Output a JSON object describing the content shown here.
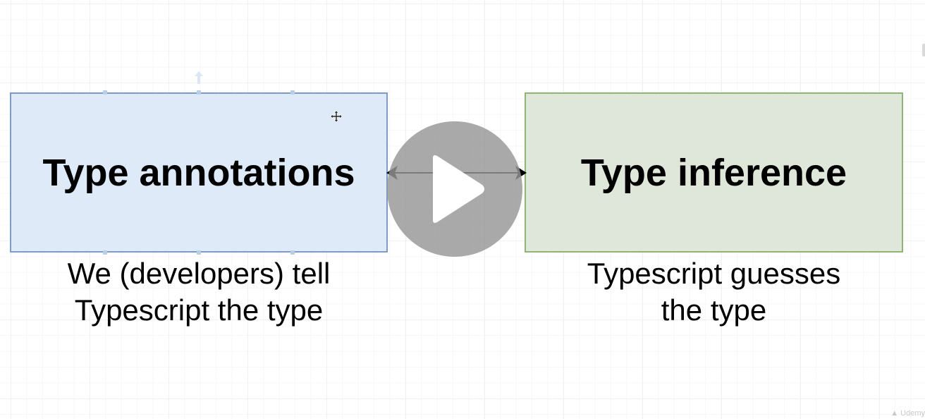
{
  "diagram": {
    "left_box": {
      "title": "Type annotations",
      "caption_line1": "We (developers) tell",
      "caption_line2": "Typescript the type",
      "fill_color": "#dfeaf9",
      "border_color": "#7c9cc6"
    },
    "right_box": {
      "title": "Type inference",
      "caption_line1": "Typescript guesses",
      "caption_line2": "the type",
      "fill_color": "#dfe7da",
      "border_color": "#8db574"
    },
    "connector": "double-headed-arrow"
  },
  "overlay": {
    "play_icon": "play-icon",
    "play_button_color": "#969696"
  },
  "watermark": {
    "text": "Udemy"
  }
}
